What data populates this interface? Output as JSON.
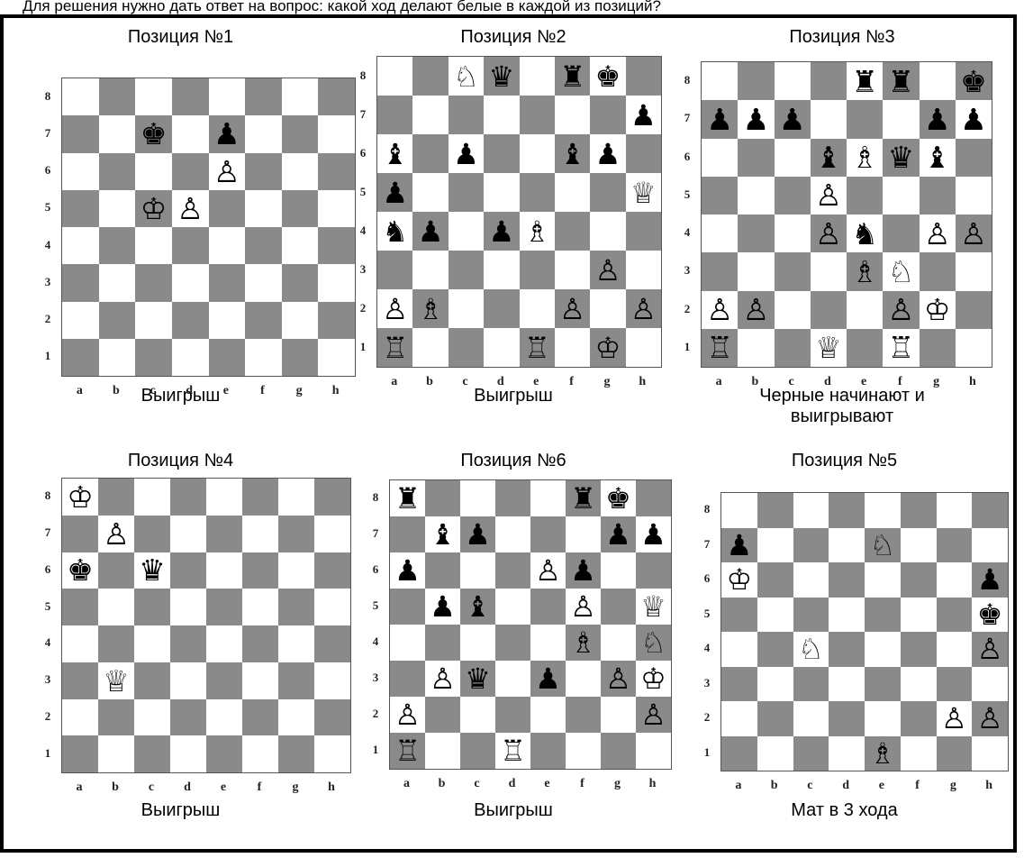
{
  "top_caption": "Для решения нужно дать ответ на вопрос: какой ход делают белые в каждой из позиций?",
  "files": [
    "a",
    "b",
    "c",
    "d",
    "e",
    "f",
    "g",
    "h"
  ],
  "ranks": [
    "8",
    "7",
    "6",
    "5",
    "4",
    "3",
    "2",
    "1"
  ],
  "colors": {
    "light_square": "#ffffff",
    "dark_square": "#8a8a8a",
    "frame": "#000000"
  },
  "piece_symbols": {
    "wK": "♔",
    "wQ": "♕",
    "wR": "♖",
    "wB": "♗",
    "wN": "♘",
    "wP": "♙",
    "bK": "♚",
    "bQ": "♛",
    "bR": "♜",
    "bB": "♝",
    "bN": "♞",
    "bP": "♟"
  },
  "panels": [
    {
      "id": "p1",
      "title": "Позиция №1",
      "caption": [
        "Выигрыш"
      ],
      "pieces": [
        {
          "sq": "c7",
          "p": "bK"
        },
        {
          "sq": "e7",
          "p": "bP"
        },
        {
          "sq": "e6",
          "p": "wP"
        },
        {
          "sq": "c5",
          "p": "wK"
        },
        {
          "sq": "d5",
          "p": "wP"
        }
      ]
    },
    {
      "id": "p2",
      "title": "Позиция №2",
      "caption": [
        "Выигрыш"
      ],
      "pieces": [
        {
          "sq": "c8",
          "p": "wN"
        },
        {
          "sq": "d8",
          "p": "bQ"
        },
        {
          "sq": "f8",
          "p": "bR"
        },
        {
          "sq": "g8",
          "p": "bK"
        },
        {
          "sq": "h7",
          "p": "bP"
        },
        {
          "sq": "a6",
          "p": "bB"
        },
        {
          "sq": "c6",
          "p": "bP"
        },
        {
          "sq": "f6",
          "p": "bB"
        },
        {
          "sq": "g6",
          "p": "bP"
        },
        {
          "sq": "a5",
          "p": "bP"
        },
        {
          "sq": "h5",
          "p": "wQ"
        },
        {
          "sq": "a4",
          "p": "bN"
        },
        {
          "sq": "b4",
          "p": "bP"
        },
        {
          "sq": "d4",
          "p": "bP"
        },
        {
          "sq": "e4",
          "p": "wB"
        },
        {
          "sq": "g3",
          "p": "wP"
        },
        {
          "sq": "a2",
          "p": "wP"
        },
        {
          "sq": "b2",
          "p": "wB"
        },
        {
          "sq": "f2",
          "p": "wP"
        },
        {
          "sq": "h2",
          "p": "wP"
        },
        {
          "sq": "a1",
          "p": "wR"
        },
        {
          "sq": "e1",
          "p": "wR"
        },
        {
          "sq": "g1",
          "p": "wK"
        }
      ]
    },
    {
      "id": "p3",
      "title": "Позиция №3",
      "caption": [
        "Черные начинают и",
        "выигрывают"
      ],
      "pieces": [
        {
          "sq": "e8",
          "p": "bR"
        },
        {
          "sq": "f8",
          "p": "bR"
        },
        {
          "sq": "h8",
          "p": "bK"
        },
        {
          "sq": "a7",
          "p": "bP"
        },
        {
          "sq": "b7",
          "p": "bP"
        },
        {
          "sq": "c7",
          "p": "bP"
        },
        {
          "sq": "g7",
          "p": "bP"
        },
        {
          "sq": "h7",
          "p": "bP"
        },
        {
          "sq": "d6",
          "p": "bB"
        },
        {
          "sq": "e6",
          "p": "wB"
        },
        {
          "sq": "f6",
          "p": "bQ"
        },
        {
          "sq": "g6",
          "p": "bB"
        },
        {
          "sq": "d5",
          "p": "wP"
        },
        {
          "sq": "d4",
          "p": "wP"
        },
        {
          "sq": "e4",
          "p": "bN"
        },
        {
          "sq": "g4",
          "p": "wP"
        },
        {
          "sq": "h4",
          "p": "wP"
        },
        {
          "sq": "e3",
          "p": "wB"
        },
        {
          "sq": "f3",
          "p": "wN"
        },
        {
          "sq": "a2",
          "p": "wP"
        },
        {
          "sq": "b2",
          "p": "wP"
        },
        {
          "sq": "f2",
          "p": "wP"
        },
        {
          "sq": "g2",
          "p": "wK"
        },
        {
          "sq": "a1",
          "p": "wR"
        },
        {
          "sq": "d1",
          "p": "wQ"
        },
        {
          "sq": "f1",
          "p": "wR"
        }
      ]
    },
    {
      "id": "p4",
      "title": "Позиция №4",
      "caption": [
        "Выигрыш"
      ],
      "pieces": [
        {
          "sq": "a8",
          "p": "wK"
        },
        {
          "sq": "b7",
          "p": "wP"
        },
        {
          "sq": "a6",
          "p": "bK"
        },
        {
          "sq": "c6",
          "p": "bQ"
        },
        {
          "sq": "b3",
          "p": "wQ"
        }
      ]
    },
    {
      "id": "p6",
      "title": "Позиция №6",
      "caption": [
        "Выигрыш"
      ],
      "pieces": [
        {
          "sq": "a8",
          "p": "bR"
        },
        {
          "sq": "f8",
          "p": "bR"
        },
        {
          "sq": "g8",
          "p": "bK"
        },
        {
          "sq": "b7",
          "p": "bB"
        },
        {
          "sq": "c7",
          "p": "bP"
        },
        {
          "sq": "g7",
          "p": "bP"
        },
        {
          "sq": "h7",
          "p": "bP"
        },
        {
          "sq": "a6",
          "p": "bP"
        },
        {
          "sq": "e6",
          "p": "wP"
        },
        {
          "sq": "f6",
          "p": "bP"
        },
        {
          "sq": "b5",
          "p": "bP"
        },
        {
          "sq": "c5",
          "p": "bB"
        },
        {
          "sq": "f5",
          "p": "wP"
        },
        {
          "sq": "h5",
          "p": "wQ"
        },
        {
          "sq": "f4",
          "p": "wB"
        },
        {
          "sq": "h4",
          "p": "wN"
        },
        {
          "sq": "b3",
          "p": "wP"
        },
        {
          "sq": "c3",
          "p": "bQ"
        },
        {
          "sq": "e3",
          "p": "bP"
        },
        {
          "sq": "g3",
          "p": "wP"
        },
        {
          "sq": "h3",
          "p": "wK"
        },
        {
          "sq": "a2",
          "p": "wP"
        },
        {
          "sq": "h2",
          "p": "wP"
        },
        {
          "sq": "a1",
          "p": "wR"
        },
        {
          "sq": "d1",
          "p": "wR"
        }
      ]
    },
    {
      "id": "p5",
      "title": "Позиция №5",
      "caption": [
        "Мат в 3 хода"
      ],
      "pieces": [
        {
          "sq": "a7",
          "p": "bP"
        },
        {
          "sq": "e7",
          "p": "wN"
        },
        {
          "sq": "a6",
          "p": "wK"
        },
        {
          "sq": "h6",
          "p": "bP"
        },
        {
          "sq": "h5",
          "p": "bK"
        },
        {
          "sq": "c4",
          "p": "wN"
        },
        {
          "sq": "h4",
          "p": "wP"
        },
        {
          "sq": "g2",
          "p": "wP"
        },
        {
          "sq": "h2",
          "p": "wP"
        },
        {
          "sq": "e1",
          "p": "wB"
        }
      ]
    }
  ]
}
